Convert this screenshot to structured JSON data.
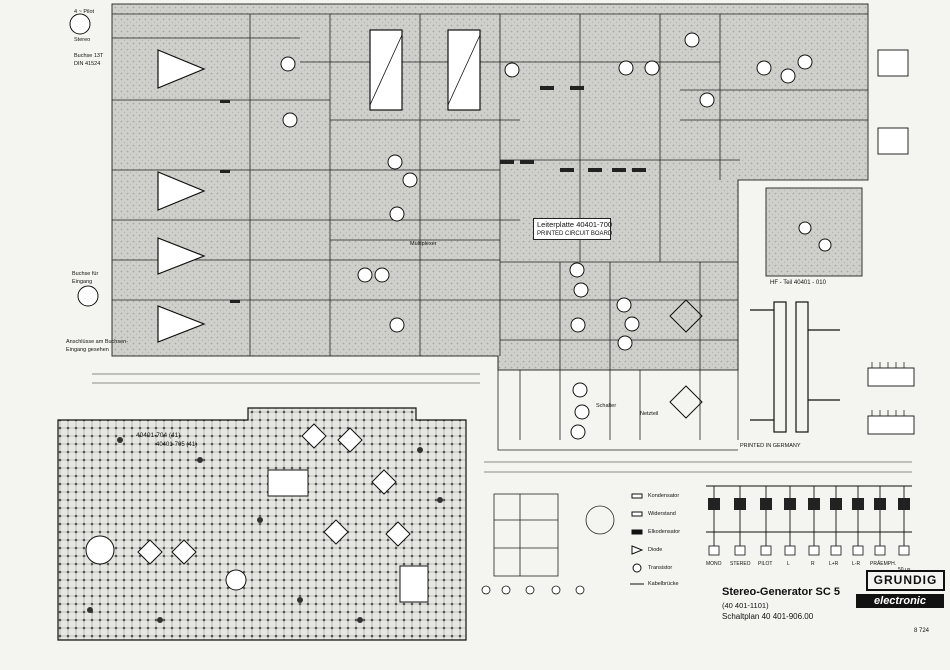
{
  "schematic": {
    "pcb_label_1": "Leiterplatte 40401-700",
    "pcb_label_2": "PRINTED CIRCUIT BOARD",
    "connector_top_left": [
      "4 ~ Pilot",
      "Stereo",
      "Buchse 13T",
      "DIN 41524"
    ],
    "connector_mid_left": [
      "Buchse für",
      "Eingang"
    ],
    "connector_note": [
      "Anschlüsse am Buchsen-",
      "Eingang gesehen"
    ],
    "hf_label": "HF - Teil 40401 - 010",
    "printed": "PRINTED IN GERMANY",
    "sub_labels": [
      "Multiplexer",
      "Schalter",
      "Netzteil"
    ]
  },
  "pcb": {
    "label": "40401-704 (41)",
    "sublabel": "40401-705 (41)"
  },
  "legend": {
    "items": [
      "Kondensator",
      "Widerstand",
      "Elkodensator",
      "Diode",
      "Transistor",
      "Kabelbrücke"
    ]
  },
  "switch_panel": {
    "labels": [
      "MONO",
      "STEREO",
      "PILOT",
      "L",
      "R",
      "L+R",
      "L-R",
      "PRÄEMPH.",
      "50 µs"
    ]
  },
  "title_block": {
    "title": "Stereo-Generator SC 5",
    "part_no": "(40 401-1101)",
    "schema": "Schaltplan 40 401-906.00",
    "brand": "GRUNDIG",
    "brand_sub": "electronic",
    "code": "8 724"
  }
}
